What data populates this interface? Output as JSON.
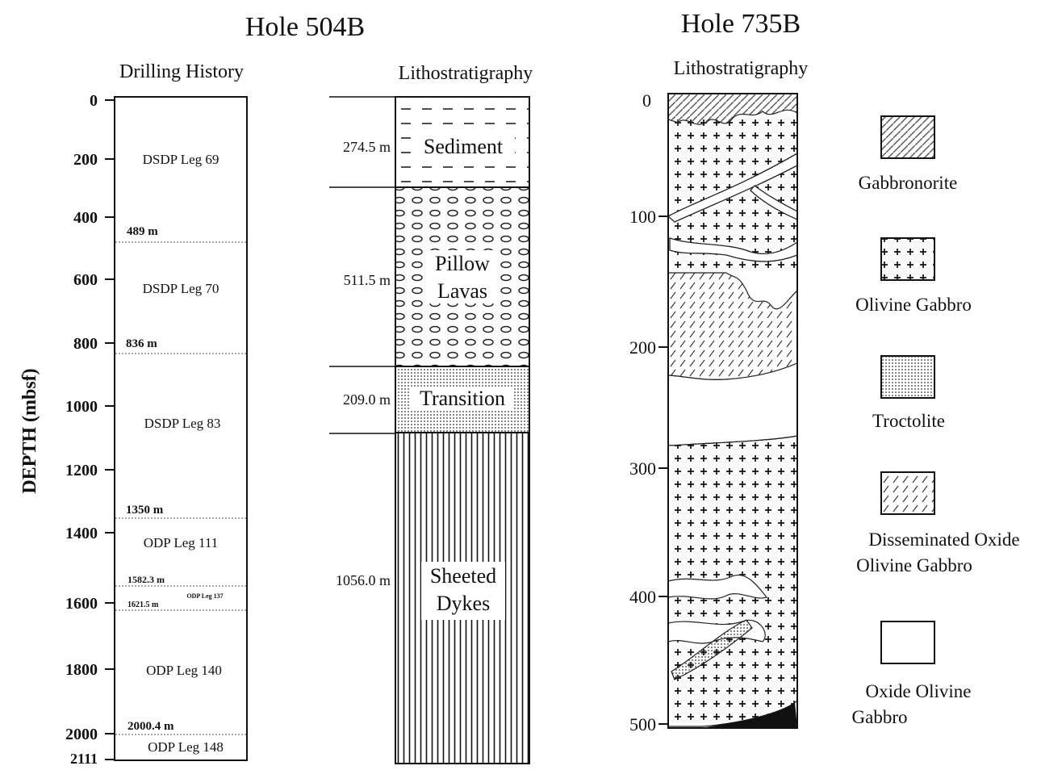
{
  "titles": {
    "hole_a": "Hole 504B",
    "hole_b": "Hole 735B"
  },
  "column_headers": {
    "drilling": "Drilling History",
    "litho_a": "Lithostratigraphy",
    "litho_b": "Lithostratigraphy"
  },
  "depth_axis": {
    "label": "DEPTH (mbsf)",
    "ticks": [
      "0",
      "200",
      "400",
      "600",
      "800",
      "1000",
      "1200",
      "1400",
      "1600",
      "1800",
      "2000",
      "2111"
    ]
  },
  "drilling_history": {
    "legs": [
      "DSDP Leg 69",
      "DSDP Leg 70",
      "DSDP Leg 83",
      "ODP Leg 111",
      "ODP Leg 137",
      "ODP Leg 140",
      "ODP Leg 148"
    ],
    "boundaries": [
      "489 m",
      "836 m",
      "1350 m",
      "1582.3 m",
      "1621.5 m",
      "2000.4 m"
    ]
  },
  "litho_504b": {
    "units": [
      "Sediment",
      "Pillow",
      "Lavas",
      "Transition",
      "Sheeted",
      "Dykes"
    ],
    "thicknesses": [
      "274.5 m",
      "511.5 m",
      "209.0 m",
      "1056.0 m"
    ]
  },
  "hole_735b": {
    "ticks": [
      "0",
      "100",
      "200",
      "300",
      "400",
      "500"
    ]
  },
  "legend": {
    "items": [
      "Gabbronorite",
      "Olivine Gabbro",
      "Troctolite",
      "Disseminated Oxide",
      "Olivine Gabbro",
      "Oxide Olivine",
      "Gabbro"
    ]
  }
}
